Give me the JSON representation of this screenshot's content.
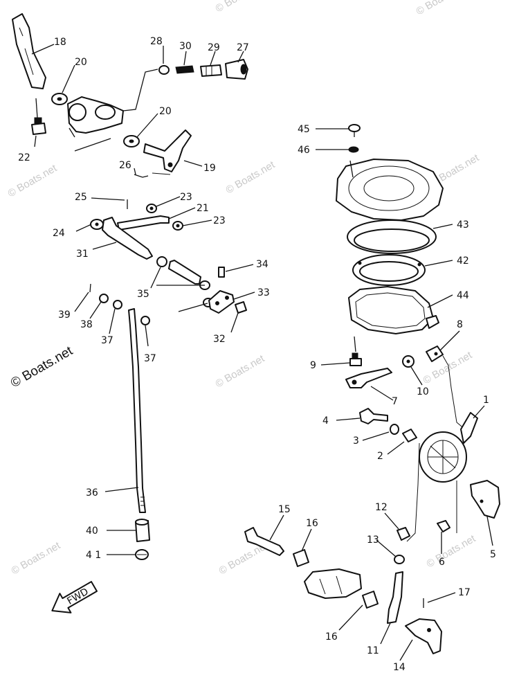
{
  "watermark": "© Boats.net",
  "fwd_label": "FWD",
  "callouts": [
    "18",
    "20",
    "22",
    "20",
    "26",
    "19",
    "28",
    "30",
    "29",
    "27",
    "25",
    "23",
    "21",
    "24",
    "23",
    "31",
    "34",
    "35",
    "33",
    "39",
    "38",
    "37",
    "32",
    "37",
    "36",
    "40",
    "4 1",
    "45",
    "46",
    "43",
    "42",
    "44",
    "9",
    "8",
    "7",
    "10",
    "1",
    "4",
    "3",
    "2",
    "15",
    "16",
    "12",
    "13",
    "6",
    "5",
    "17",
    "16",
    "11",
    "14"
  ]
}
